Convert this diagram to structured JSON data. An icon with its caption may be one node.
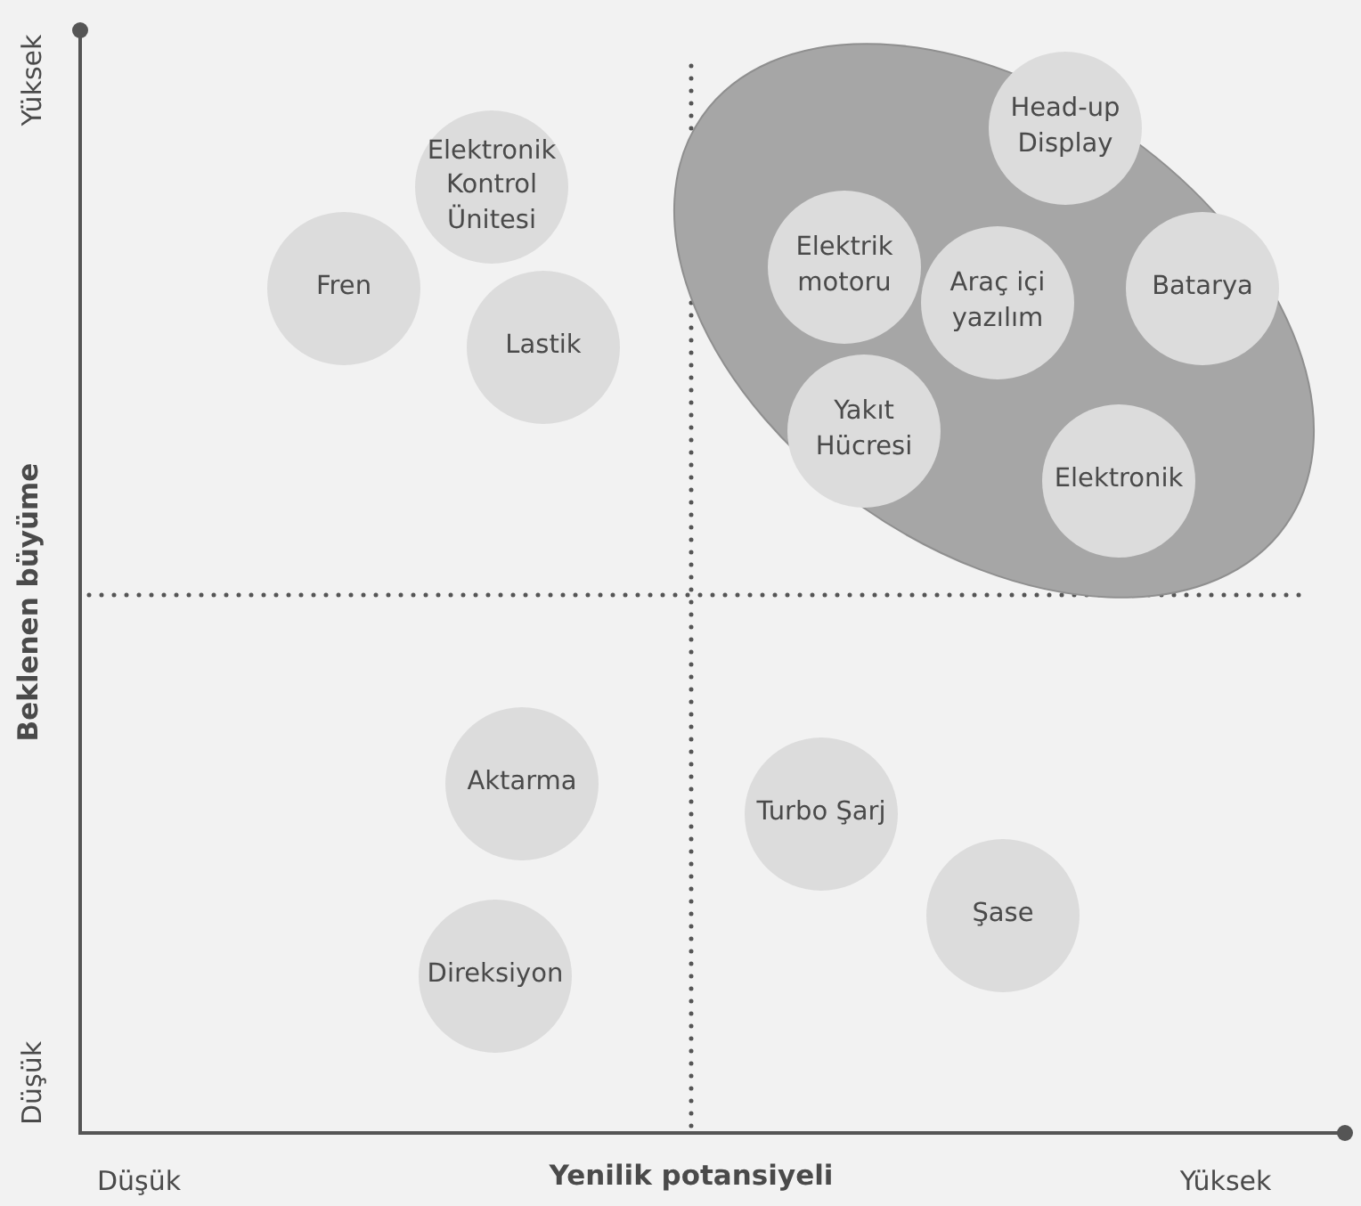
{
  "diagram": {
    "nodes": [
      {
        "text": [
          "Elektronik Kontrol Ünitesi"
        ]
      },
      {
        "text": [
          "Fren"
        ]
      },
      {
        "text": [
          "Lastik"
        ]
      },
      {
        "text": [],
        "shape": "ellipse"
      },
      {
        "text": [
          "Head-up Display"
        ],
        "in": 3
      },
      {
        "text": [
          "Elektrik motoru"
        ],
        "in": 3
      },
      {
        "text": [
          "Araç içi yazılım"
        ],
        "in": 3
      },
      {
        "text": [
          "Batarya"
        ],
        "in": 3
      },
      {
        "text": [
          "Yakıt Hücresi"
        ],
        "in": 3
      },
      {
        "text": [
          "Elektronik"
        ],
        "in": 3
      },
      {
        "text": [
          "Aktarma"
        ]
      },
      {
        "text": [
          "Turbo Şarj"
        ]
      },
      {
        "text": [
          "Şase"
        ]
      },
      {
        "text": [
          "Direksiyon"
        ]
      }
    ],
    "edges": [],
    "labels": [
      "Yüksek",
      "Beklenen büyüme",
      "Düşük",
      "Düşük",
      "Yenilik potansiyeli",
      "Yüksek"
    ]
  }
}
